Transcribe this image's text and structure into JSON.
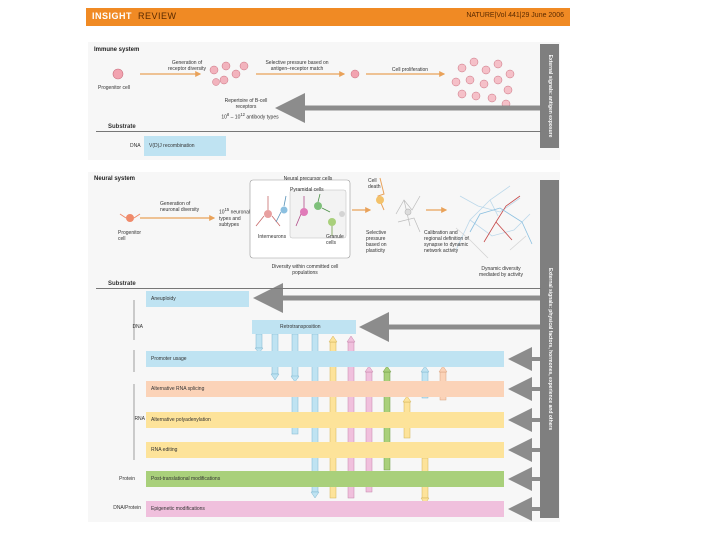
{
  "header": {
    "brand": "INSIGHT",
    "section": "REVIEW",
    "citation": "NATURE|Vol 441|29 June 2006"
  },
  "immune": {
    "title": "Immune system",
    "progenitor": "Progenitor cell",
    "step_generation": "Generation of receptor diversity",
    "step_selection": "Selective pressure based on antigen–receptor match",
    "step_proliferation": "Cell proliferation",
    "repertoire": "Repertoire of B-cell receptors",
    "antibody_types_base": "10",
    "antibody_types_exp_a": "8",
    "antibody_types_mid": " – 10",
    "antibody_types_exp_b": "12",
    "antibody_types_suffix": " antibody types",
    "band": "External signals: antigen exposure",
    "substrate": "Substrate",
    "dna": "DNA",
    "vdj": "V(D)J recombination"
  },
  "neural": {
    "title": "Neural system",
    "progenitor": "Progenitor cell",
    "generation": "Generation of neuronal diversity",
    "count_base": "10",
    "count_exp": "15",
    "count_text": " neuronal types and subtypes",
    "mature": "Neural precursor cells",
    "pyramidal": "Pyramidal cells",
    "interneurons": "Interneurons",
    "granule": "Granule cells",
    "diversity_note": "Diversity within committed cell populations",
    "cell_death": "Cell death",
    "selective": "Selective pressure based on plasticity",
    "calibration": "Calibration and regional definition of synapse to dynamic network activity",
    "dynamic": "Dynamic diversity mediated by activity",
    "band": "External signals: physical factors, hormones, experience and others",
    "substrate": "Substrate",
    "dna_label": "DNA",
    "rna_label": "RNA",
    "protein_label": "Protein",
    "dna_rna_protein_label": "DNA/Protein",
    "bars": [
      {
        "label": "Aneuploidy"
      },
      {
        "label": "Retrotransposition"
      },
      {
        "label": "Promoter usage"
      },
      {
        "label": "Alternative RNA splicing"
      },
      {
        "label": "Alternative polyadenylation"
      },
      {
        "label": "RNA editing"
      },
      {
        "label": "Post-translational modifications"
      },
      {
        "label": "Epigenetic modifications"
      }
    ]
  },
  "colors": {
    "header": "#f08a24",
    "blue_bar": "#bfe3f2",
    "orange_bar": "#fbd3b8",
    "yellow_bar": "#fde39a",
    "green_bar": "#a9d07b",
    "pink_bar": "#f0c0dd",
    "arrow_gray": "#8c8c8c"
  }
}
